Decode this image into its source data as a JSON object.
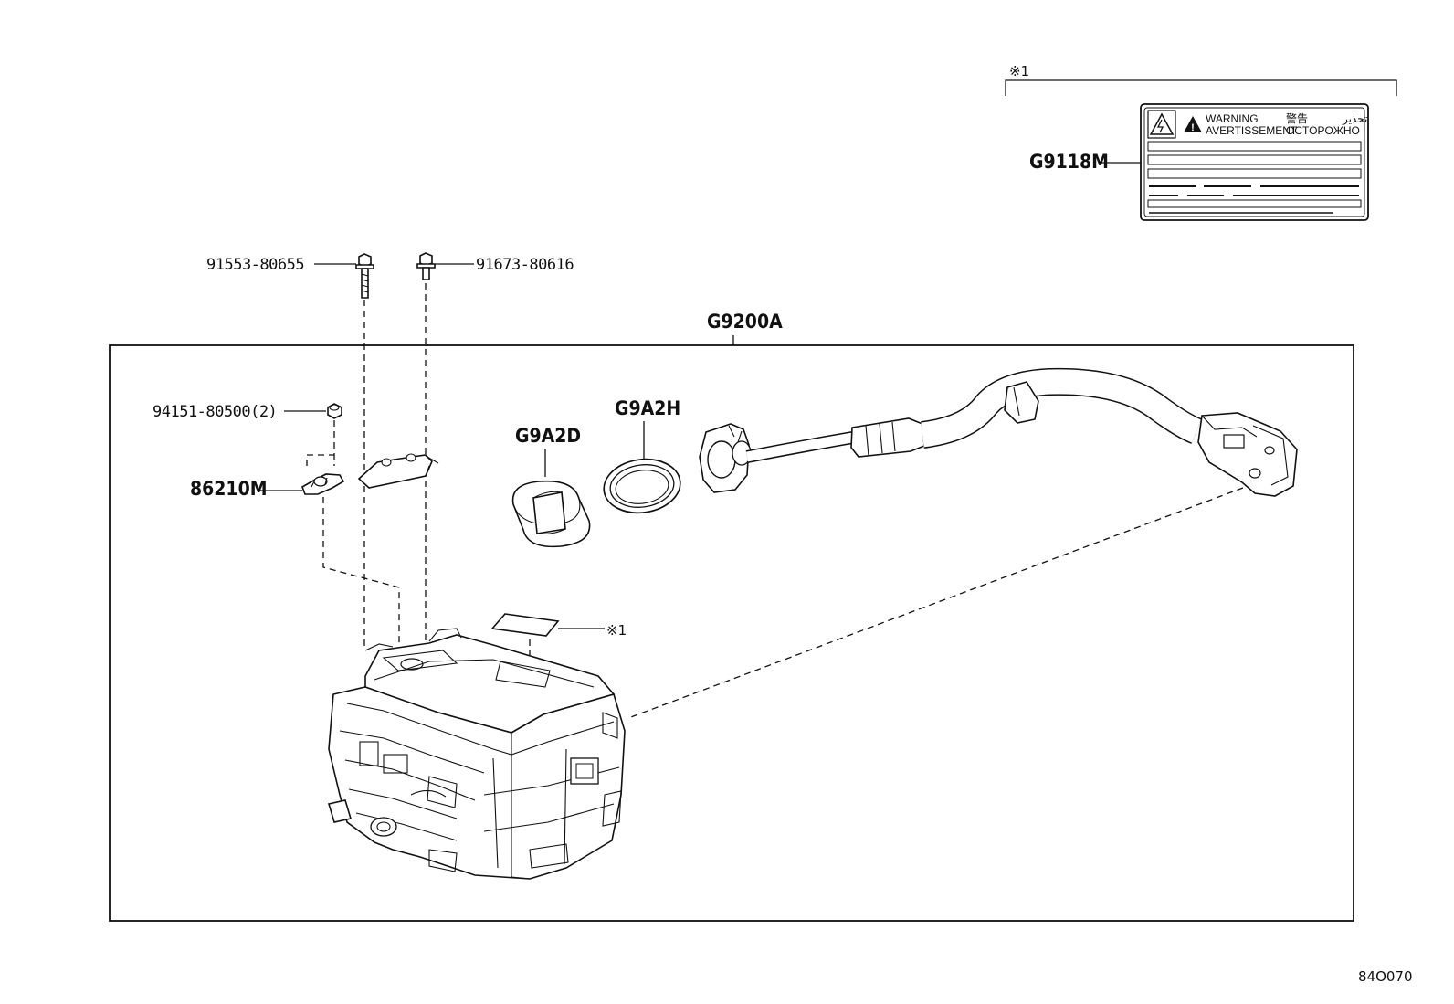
{
  "labels": {
    "note_marker_top": "※1",
    "g9118m": "G9118M",
    "bolt_1": "91553-80655",
    "bolt_2": "91673-80616",
    "g9200a": "G9200A",
    "nut": "94151-80500(2)",
    "clamp": "86210M",
    "g9a2d": "G9A2D",
    "g9a2h": "G9A2H",
    "note_marker_label": "※1",
    "figure_code": "84O070"
  },
  "warning_label": {
    "line1_left": "WARNING",
    "line2_left": "AVERTISSEMENT",
    "line1_right": "警告",
    "line2_right": "OCTOPOЖHO",
    "arabic": "تحذير"
  }
}
